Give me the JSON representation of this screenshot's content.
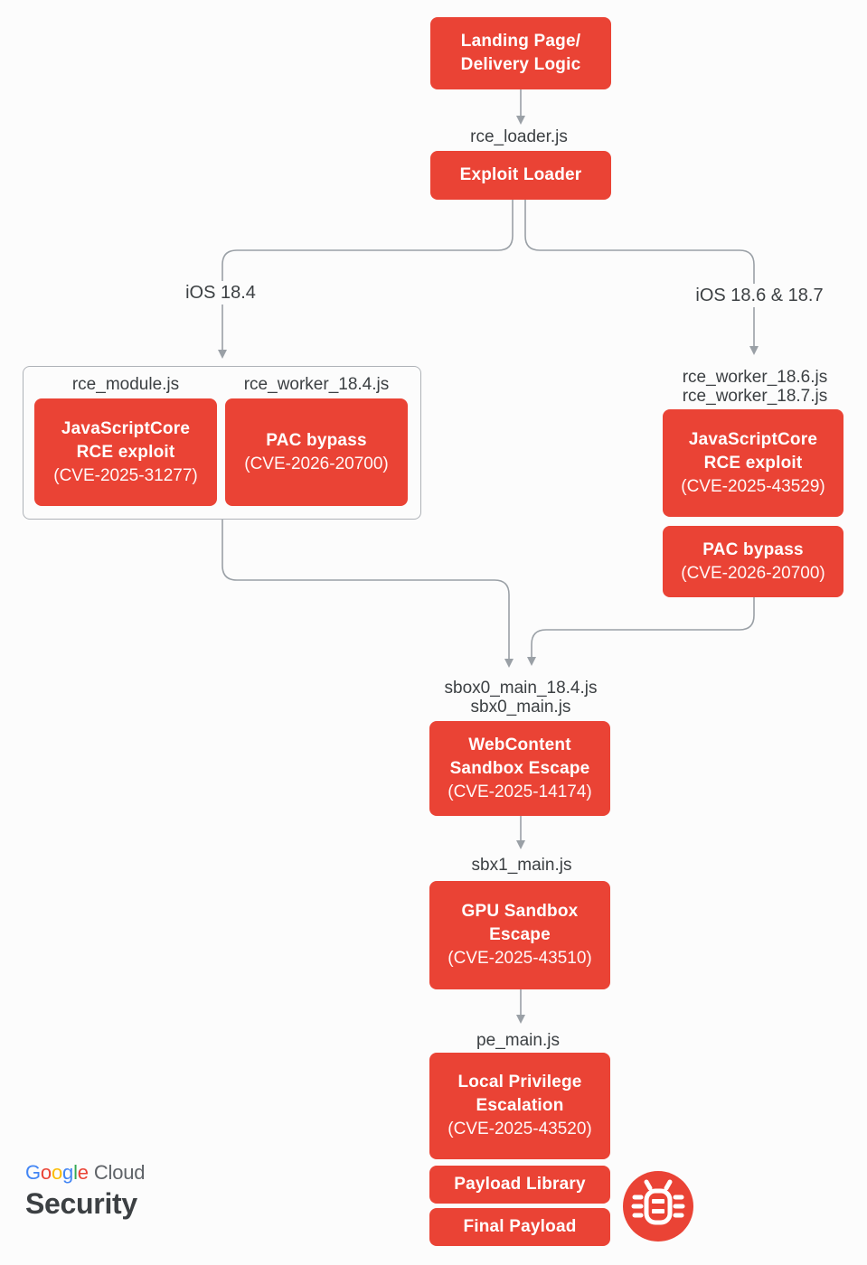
{
  "colors": {
    "box_red": "#EA4335",
    "line_gray": "#9AA0A6",
    "label_ink": "#3C4043",
    "group_border": "#AEB2B7",
    "bg": "#FCFCFC",
    "cloud_gray": "#5F6368",
    "security_ink": "#3C4043"
  },
  "diagram": {
    "nodes": {
      "landing": {
        "title": "Landing Page/\nDelivery Logic"
      },
      "exploit_loader": {
        "title": "Exploit Loader"
      },
      "jsc_184": {
        "title": "JavaScriptCore\nRCE exploit",
        "cve": "(CVE-2025-31277)"
      },
      "pac_184": {
        "title": "PAC bypass",
        "cve": "(CVE-2026-20700)"
      },
      "jsc_1867": {
        "title": "JavaScriptCore\nRCE exploit",
        "cve": "(CVE-2025-43529)"
      },
      "pac_1867": {
        "title": "PAC bypass",
        "cve": "(CVE-2026-20700)"
      },
      "webcontent": {
        "title": "WebContent\nSandbox Escape",
        "cve": "(CVE-2025-14174)"
      },
      "gpu": {
        "title": "GPU Sandbox\nEscape",
        "cve": "(CVE-2025-43510)"
      },
      "lpe": {
        "title": "Local Privilege\nEscalation",
        "cve": "(CVE-2025-43520)"
      },
      "payload_library": {
        "title": "Payload Library"
      },
      "final_payload": {
        "title": "Final Payload"
      }
    },
    "file_labels": {
      "rce_loader": "rce_loader.js",
      "rce_module": "rce_module.js",
      "rce_worker_184": "rce_worker_18.4.js",
      "rce_worker_1867": "rce_worker_18.6.js\nrce_worker_18.7.js",
      "sbox0": "sbox0_main_18.4.js\nsbx0_main.js",
      "sbx1": "sbx1_main.js",
      "pe": "pe_main.js"
    },
    "branch_labels": {
      "left": "iOS 18.4",
      "right": "iOS 18.6 & 18.7"
    }
  },
  "footer": {
    "logo": {
      "google_letters": [
        {
          "ch": "G",
          "color": "#4285F4"
        },
        {
          "ch": "o",
          "color": "#EA4335"
        },
        {
          "ch": "o",
          "color": "#FBBC04"
        },
        {
          "ch": "g",
          "color": "#4285F4"
        },
        {
          "ch": "l",
          "color": "#34A853"
        },
        {
          "ch": "e",
          "color": "#EA4335"
        }
      ],
      "cloud": "Cloud",
      "security": "Security"
    },
    "bug_icon": "bug-icon"
  }
}
